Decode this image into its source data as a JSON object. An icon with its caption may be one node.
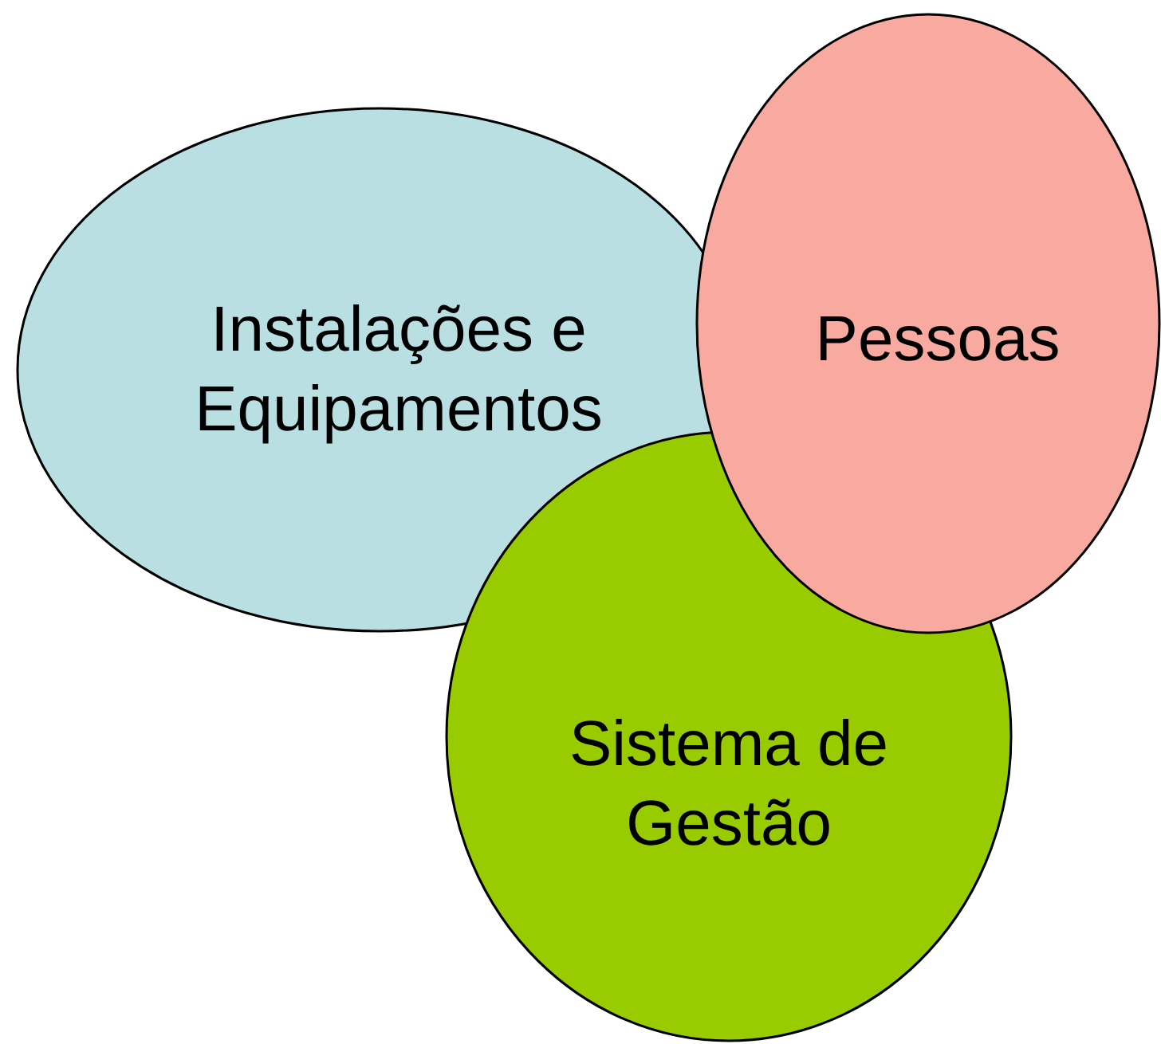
{
  "diagram": {
    "nodes": [
      {
        "text": [
          "Instalações e Equipamentos"
        ]
      },
      {
        "text": [
          "Pessoas"
        ]
      },
      {
        "text": [
          "Sistema de Gestão"
        ]
      }
    ]
  }
}
